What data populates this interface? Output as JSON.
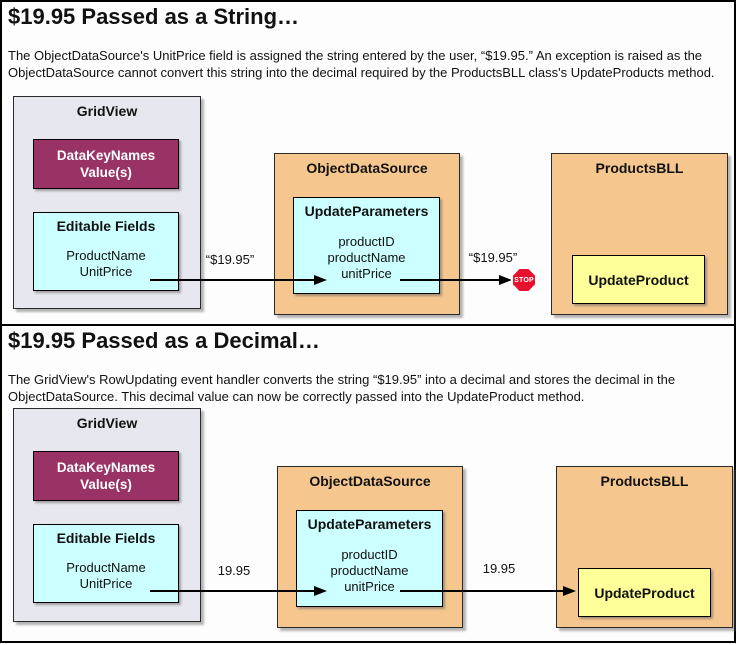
{
  "colors": {
    "panel-bg": "#fdfdfd",
    "panel-border": "#000000",
    "gridview-bg": "#e7e7ef",
    "datakey-bg": "#993366",
    "datakey-text": "#ffffff",
    "cyan-bg": "#ccffff",
    "tan-bg": "#f5c78f",
    "yellow-bg": "#ffff99",
    "stop-red": "#e8112d",
    "arrow": "#000000"
  },
  "panels": [
    {
      "title": "$19.95 Passed as a String…",
      "description": "The ObjectDataSource's UnitPrice field is assigned the string entered by the user, “$19.95.” An exception is raised as the ObjectDataSource cannot convert this string into the decimal required by the ProductsBLL class's UpdateProducts method.",
      "gridview": {
        "title": "GridView",
        "datakeynames_line1": "DataKeyNames",
        "datakeynames_line2": "Value(s)",
        "editable_fields_title": "Editable Fields",
        "fields": [
          "ProductName",
          "UnitPrice"
        ]
      },
      "objectdatasource": {
        "title": "ObjectDataSource",
        "updateparameters_title": "UpdateParameters",
        "parameters": [
          "productID",
          "productName",
          "unitPrice"
        ]
      },
      "productsbll": {
        "title": "ProductsBLL",
        "method": "UpdateProduct"
      },
      "arrow1_label": "“$19.95”",
      "arrow2_label": "“$19.95”",
      "stop_label": "STOP"
    },
    {
      "title": "$19.95 Passed as a Decimal…",
      "description": "The GridView's RowUpdating event handler converts the string “$19.95” into a decimal and stores the decimal in the ObjectDataSource. This decimal value can now be correctly passed into the UpdateProduct method.",
      "gridview": {
        "title": "GridView",
        "datakeynames_line1": "DataKeyNames",
        "datakeynames_line2": "Value(s)",
        "editable_fields_title": "Editable Fields",
        "fields": [
          "ProductName",
          "UnitPrice"
        ]
      },
      "objectdatasource": {
        "title": "ObjectDataSource",
        "updateparameters_title": "UpdateParameters",
        "parameters": [
          "productID",
          "productName",
          "unitPrice"
        ]
      },
      "productsbll": {
        "title": "ProductsBLL",
        "method": "UpdateProduct"
      },
      "arrow1_label": "19.95",
      "arrow2_label": "19.95"
    }
  ]
}
